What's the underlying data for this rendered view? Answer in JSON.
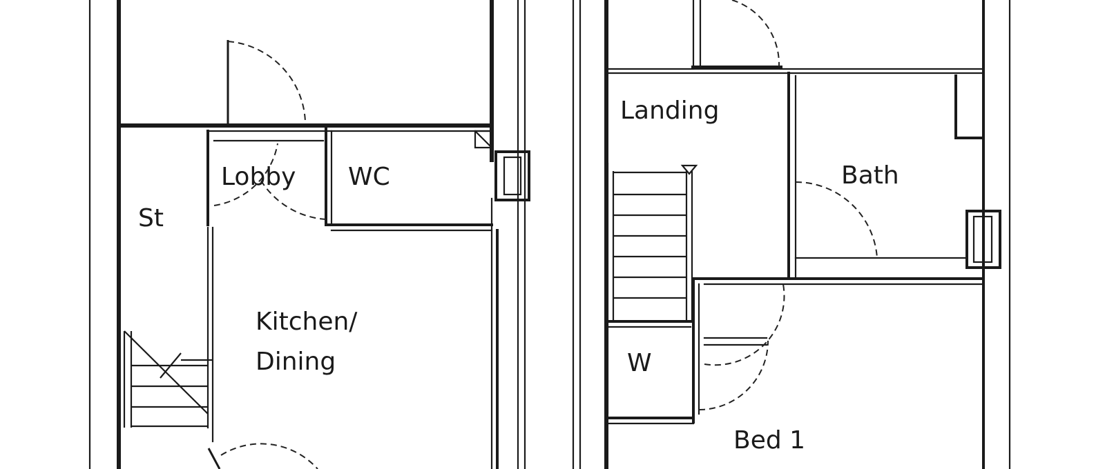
{
  "floor_plan": {
    "ground_floor": {
      "rooms": [
        {
          "id": "lobby",
          "label": "Lobby"
        },
        {
          "id": "wc",
          "label": "WC"
        },
        {
          "id": "st",
          "label": "St"
        },
        {
          "id": "kitchen",
          "label_line1": "Kitchen/",
          "label_line2": "Dining"
        }
      ]
    },
    "first_floor": {
      "rooms": [
        {
          "id": "landing",
          "label": "Landing"
        },
        {
          "id": "bath",
          "label": "Bath"
        },
        {
          "id": "w",
          "label": "W"
        },
        {
          "id": "bed1",
          "label": "Bed 1"
        }
      ]
    },
    "colors": {
      "line": "#1a1a1a",
      "background": "#ffffff"
    }
  }
}
